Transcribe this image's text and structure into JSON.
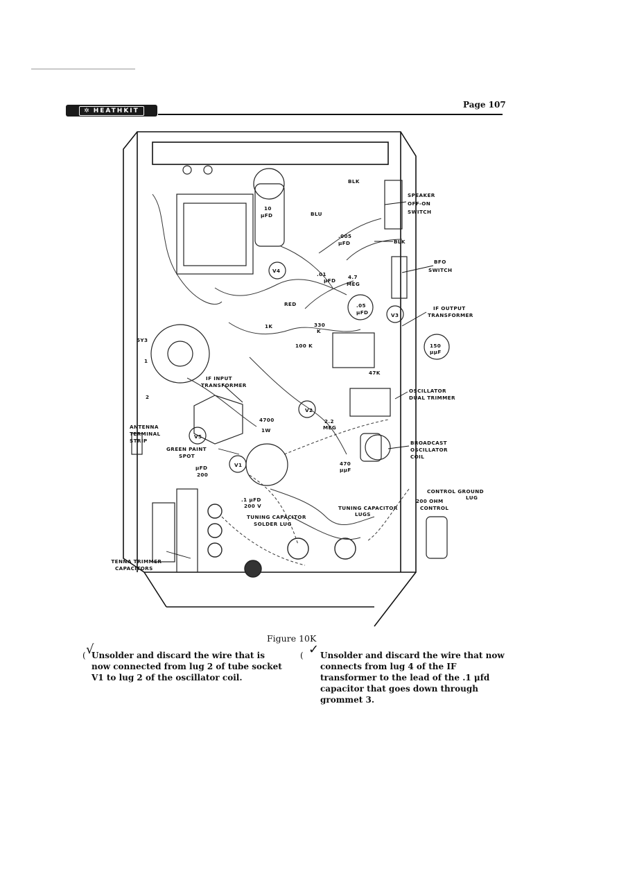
{
  "header": {
    "brand": "HEATHKIT",
    "page_number": "Page 107"
  },
  "figure": {
    "caption": "Figure 10K",
    "labels": {
      "blk_top": "BLK",
      "speaker_switch": [
        "SPEAKER",
        "OFF-ON",
        "SWITCH"
      ],
      "cap_10ufd": [
        "10",
        "μFD"
      ],
      "blu": "BLU",
      "cap_005": [
        ".005",
        "μFD"
      ],
      "blk_mid": "BLK",
      "bfo_switch": [
        "BFO",
        "SWITCH"
      ],
      "v4": "V4",
      "cap_01": [
        ".01",
        "μFD"
      ],
      "meg_47": [
        "4.7",
        "MEG"
      ],
      "red": "RED",
      "cap_05": [
        ".05",
        "μFD"
      ],
      "if_output": [
        "IF OUTPUT",
        "TRANSFORMER"
      ],
      "v3": "V3",
      "r_1k": "1K",
      "r_330k": [
        "330",
        "K"
      ],
      "r_100k": "100 K",
      "cap_150": [
        "150",
        "μμF"
      ],
      "tube_5y3": "5Y3",
      "r_47k": "47K",
      "if_input": [
        "IF INPUT",
        "TRANSFORMER"
      ],
      "osc_trimmer": [
        "OSCILLATOR",
        "DUAL TRIMMER"
      ],
      "v2": "V2",
      "r_4700": "4700",
      "meg_22": [
        "2.2",
        "MEG"
      ],
      "antenna_strip": [
        "ANTENNA",
        "TERMINAL",
        "STRIP"
      ],
      "green_spot": [
        "GREEN PAINT",
        "SPOT"
      ],
      "v5": "V5",
      "r_1w": "1W",
      "broadcast_coil": [
        "BROADCAST",
        "OSCILLATOR",
        "COIL"
      ],
      "v1": "V1",
      "cap_200": [
        "μFD",
        "200"
      ],
      "cap_470": [
        "470",
        "μμF"
      ],
      "cap_1ufd_200v": [
        ".1 μFD",
        "200 V"
      ],
      "tuning_solder": [
        "TUNING CAPACITOR",
        "SOLDER LUG"
      ],
      "tuning_lugs": [
        "TUNING CAPACITOR",
        "LUGS"
      ],
      "control_ground": [
        "CONTROL GROUND",
        "LUG"
      ],
      "control_200": [
        "200 OHM",
        "CONTROL"
      ],
      "antenna_trimmer": [
        "ANTENNA TRIMMER",
        "CAPACITORS"
      ],
      "lug1": "1",
      "lug2": "2"
    }
  },
  "instructions": [
    {
      "check": "(",
      "mark": "√",
      "text": "Unsolder and discard the wire that is now connected from lug 2 of tube socket V1 to lug 2 of the oscillator coil."
    },
    {
      "check": "(",
      "mark": "✓",
      "text": "Unsolder and discard the wire that now connects from lug 4 of the IF transformer to the lead of the .1 μfd capacitor that goes down through grommet 3."
    }
  ]
}
